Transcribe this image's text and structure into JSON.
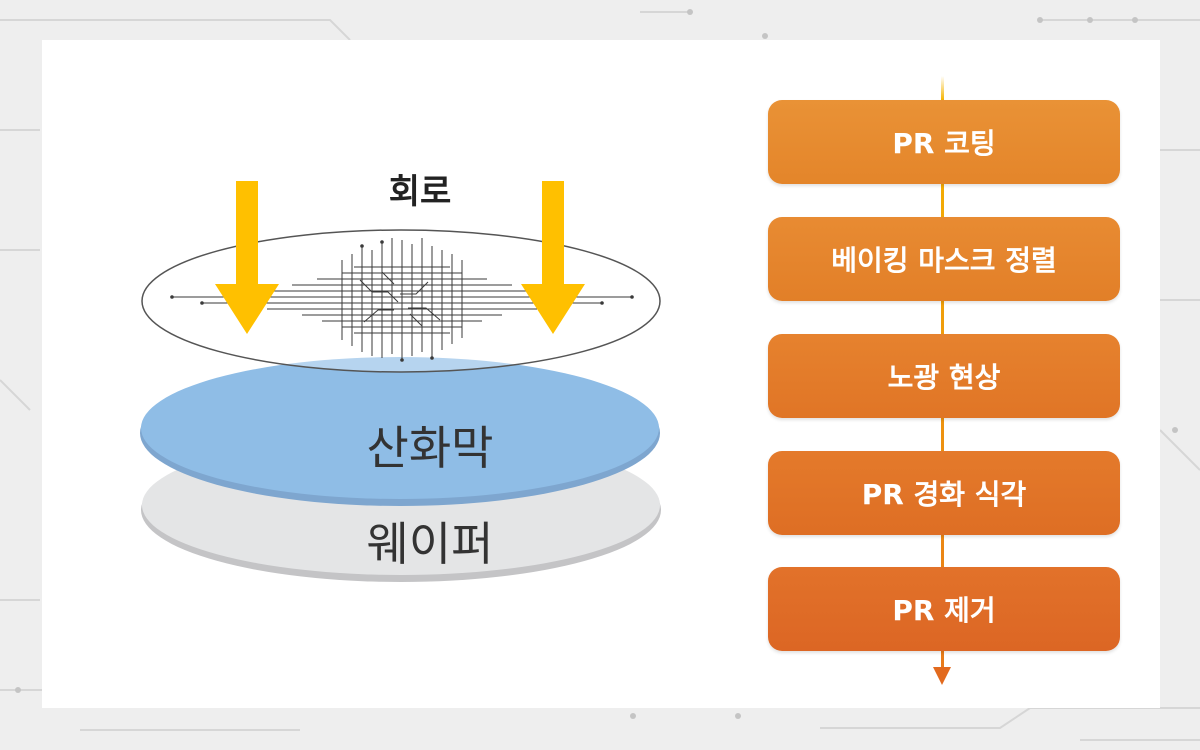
{
  "layers": {
    "circuit_label": "회로",
    "oxide_label": "산화막",
    "wafer_label": "웨이퍼"
  },
  "process_steps": [
    {
      "label": "PR 코팅"
    },
    {
      "label": "베이킹 마스크 정렬"
    },
    {
      "label": "노광 현상"
    },
    {
      "label": "PR 경화 식각"
    },
    {
      "label": "PR 제거"
    }
  ],
  "colors": {
    "arrow": "#ffc000",
    "oxide": "#8fbde6",
    "wafer": "#e4e5e6",
    "step_top": "#e99236",
    "step_bottom": "#dc6624"
  }
}
